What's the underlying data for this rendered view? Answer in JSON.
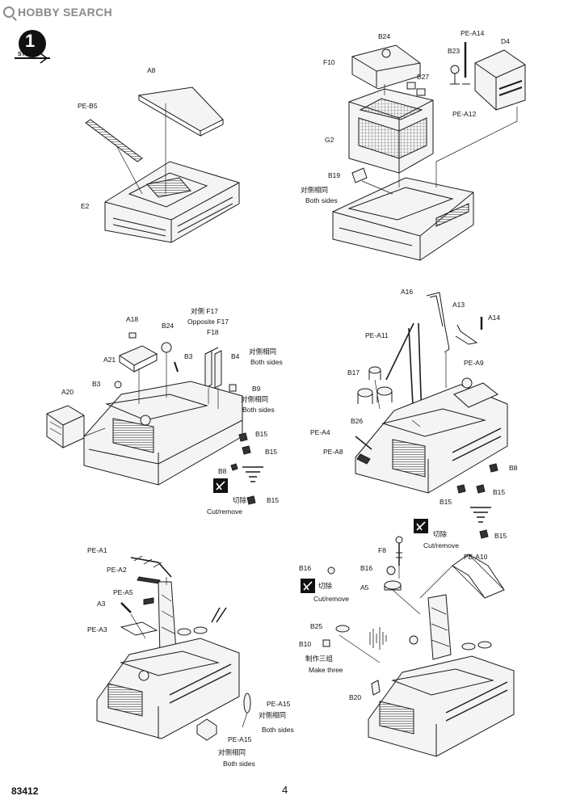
{
  "watermark": "HOBBY SEARCH",
  "step": {
    "number": "1",
    "word": "STEP"
  },
  "footer": {
    "code": "83412",
    "page": "4"
  },
  "labels": {
    "a8": "A8",
    "pe_b5": "PE-B5",
    "e2": "E2",
    "b24_top": "B24",
    "pe_a14_top": "PE-A14",
    "b23": "B23",
    "d4": "D4",
    "f10": "F10",
    "b27": "B27",
    "pe_a12": "PE-A12",
    "g2": "G2",
    "b19": "B19",
    "both_sides_cn_1": "对侧相同",
    "both_sides_1": "Both sides",
    "a18": "A18",
    "b24_mid": "B24",
    "opp_cn": "对侧 F17",
    "opp_en": "Opposite F17",
    "f18": "F18",
    "a21": "A21",
    "b3_a": "B3",
    "b4": "B4",
    "both_sides_cn_2": "对侧相同",
    "both_sides_2": "Both sides",
    "b3_b": "B3",
    "b9": "B9",
    "both_sides_cn_3": "对侧相同",
    "both_sides_3": "Both sides",
    "a20": "A20",
    "b15_a": "B15",
    "b15_b": "B15",
    "b8_a": "B8",
    "cut_cn_1": "切除",
    "b15_c": "B15",
    "cut_en_1": "Cut/remove",
    "a16": "A16",
    "a13": "A13",
    "a14": "A14",
    "pe_a11": "PE-A11",
    "pe_a9": "PE-A9",
    "b17": "B17",
    "b26": "B26",
    "pe_a4": "PE-A4",
    "pe_a8": "PE-A8",
    "b8_b": "B8",
    "b15_d": "B15",
    "b15_e": "B15",
    "cut_cn_2": "切除",
    "cut_en_2": "Cut/remove",
    "b15_f": "B15",
    "pe_a1": "PE-A1",
    "pe_a2": "PE-A2",
    "pe_a5": "PE-A5",
    "a3": "A3",
    "pe_a3": "PE-A3",
    "pe_a15_a": "PE-A15",
    "both_sides_cn_4": "对侧相同",
    "both_sides_4": "Both sides",
    "pe_a15_b": "PE-A15",
    "both_sides_cn_5": "对侧相同",
    "both_sides_5": "Both sides",
    "f8": "F8",
    "b16_a": "B16",
    "b16_b": "B16",
    "pe_a10": "PE-A10",
    "cut_cn_3": "切除",
    "cut_en_3": "Cut/remove",
    "a5": "A5",
    "b25": "B25",
    "b10": "B10",
    "make_cn": "制作三组",
    "make_en": "Make three",
    "b20": "B20"
  },
  "colors": {
    "line": "#1a1a1a",
    "fill": "#f4f4f4",
    "mesh": "#555555",
    "watermark": "#8a8a8a"
  }
}
